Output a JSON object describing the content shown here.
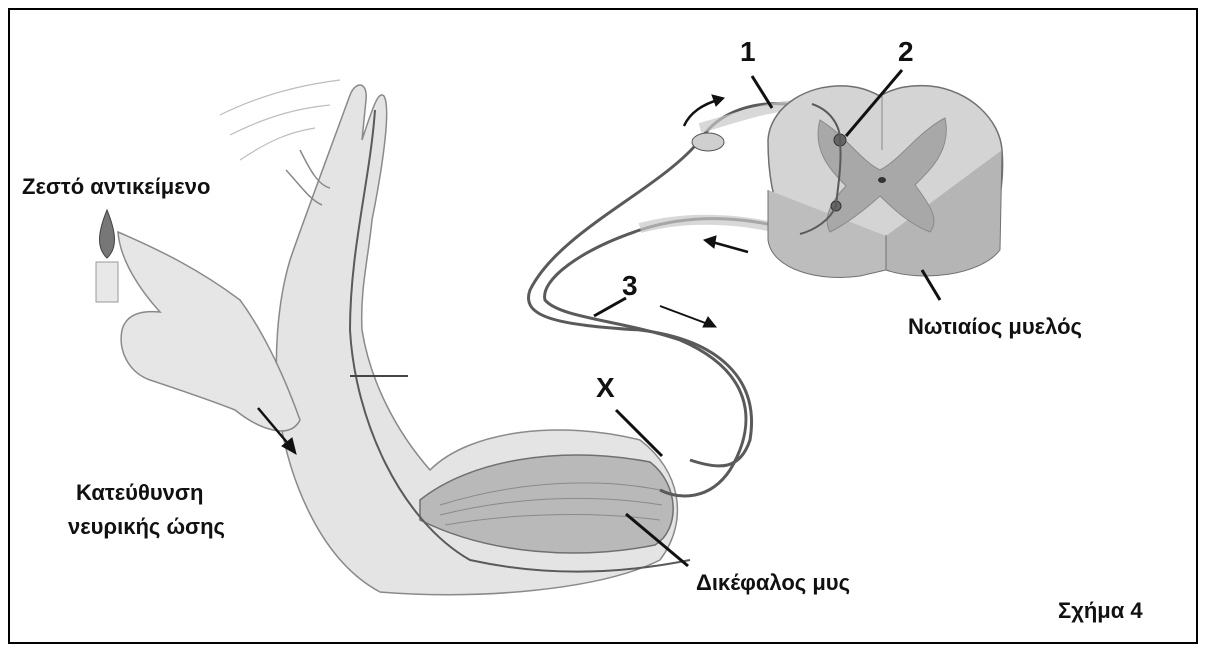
{
  "labels": {
    "hot_object": "Ζεστό αντικείμενο",
    "impulse_direction_line1": "Κατεύθυνση",
    "impulse_direction_line2": "νευρικής ώσης",
    "spinal_cord": "Νωτιαίος μυελός",
    "biceps": "Δικέφαλος μυς",
    "figure_caption": "Σχήμα 4",
    "marker_1": "1",
    "marker_2": "2",
    "marker_3": "3",
    "marker_x": "X"
  },
  "colors": {
    "arm_fill": "#e4e4e4",
    "arm_shadow": "#c8c8c8",
    "cord_fill": "#d2d2d2",
    "grey_matter": "#a8a8a8",
    "nerve": "#5a5a5a",
    "ink": "#111111"
  }
}
